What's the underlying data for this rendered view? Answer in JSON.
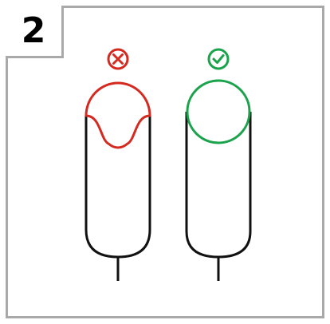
{
  "step": {
    "number": "2"
  },
  "colors": {
    "incorrect": "#d42a20",
    "correct": "#1aa34a",
    "outline": "#111111",
    "frame_border": "#a9a9a9"
  },
  "panels": [
    {
      "status": "incorrect",
      "icon": "x-circle-icon",
      "description_shape": "collapsed-tip"
    },
    {
      "status": "correct",
      "icon": "check-circle-icon",
      "description_shape": "round-tip"
    }
  ]
}
